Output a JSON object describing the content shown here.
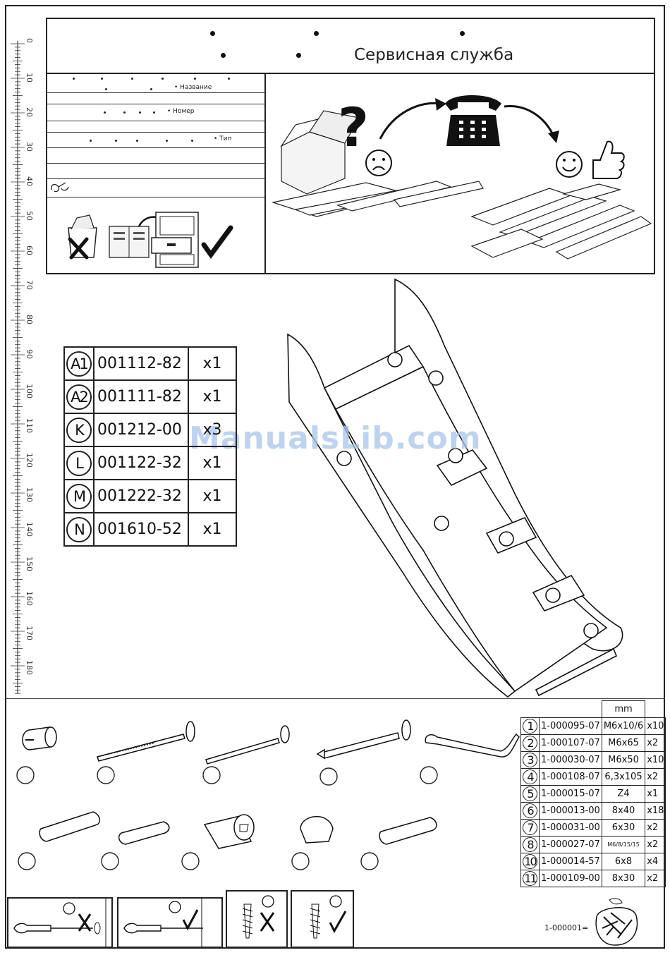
{
  "service": {
    "title": "Сервисная служба",
    "field_name": "Название",
    "field_number": "Номер",
    "field_type": "Тип"
  },
  "ruler": {
    "labels": [
      "0",
      "10",
      "20",
      "30",
      "40",
      "50",
      "60",
      "70",
      "80",
      "90",
      "100",
      "110",
      "120",
      "130",
      "140",
      "150",
      "160",
      "170",
      "180"
    ]
  },
  "parts": [
    {
      "tag": "A1",
      "code": "001112-82",
      "qty": "x1"
    },
    {
      "tag": "A2",
      "code": "001111-82",
      "qty": "x1"
    },
    {
      "tag": "K",
      "code": "001212-00",
      "qty": "x3"
    },
    {
      "tag": "L",
      "code": "001122-32",
      "qty": "x1"
    },
    {
      "tag": "M",
      "code": "001222-32",
      "qty": "x1"
    },
    {
      "tag": "N",
      "code": "001610-52",
      "qty": "x1"
    }
  ],
  "watermark": "ManualsLib.com",
  "hardware": {
    "unit_header": "mm",
    "rows": [
      {
        "num": "1",
        "code": "1-000095-07",
        "size": "M6x10/6",
        "qty": "x10"
      },
      {
        "num": "2",
        "code": "1-000107-07",
        "size": "M6x65",
        "qty": "x2"
      },
      {
        "num": "3",
        "code": "1-000030-07",
        "size": "M6x50",
        "qty": "x10"
      },
      {
        "num": "4",
        "code": "1-000108-07",
        "size": "6,3x105",
        "qty": "x2"
      },
      {
        "num": "5",
        "code": "1-000015-07",
        "size": "Z4",
        "qty": "x1"
      },
      {
        "num": "6",
        "code": "1-000013-00",
        "size": "8x40",
        "qty": "x18"
      },
      {
        "num": "7",
        "code": "1-000031-00",
        "size": "6x30",
        "qty": "x2"
      },
      {
        "num": "8",
        "code": "1-000027-07",
        "size": "M6/8/15/15",
        "qty": "x2"
      },
      {
        "num": "10",
        "code": "1-000014-57",
        "size": "6x8",
        "qty": "x4"
      },
      {
        "num": "11",
        "code": "1-000109-00",
        "size": "8x30",
        "qty": "x2"
      }
    ]
  },
  "bag_label": "1-000001="
}
